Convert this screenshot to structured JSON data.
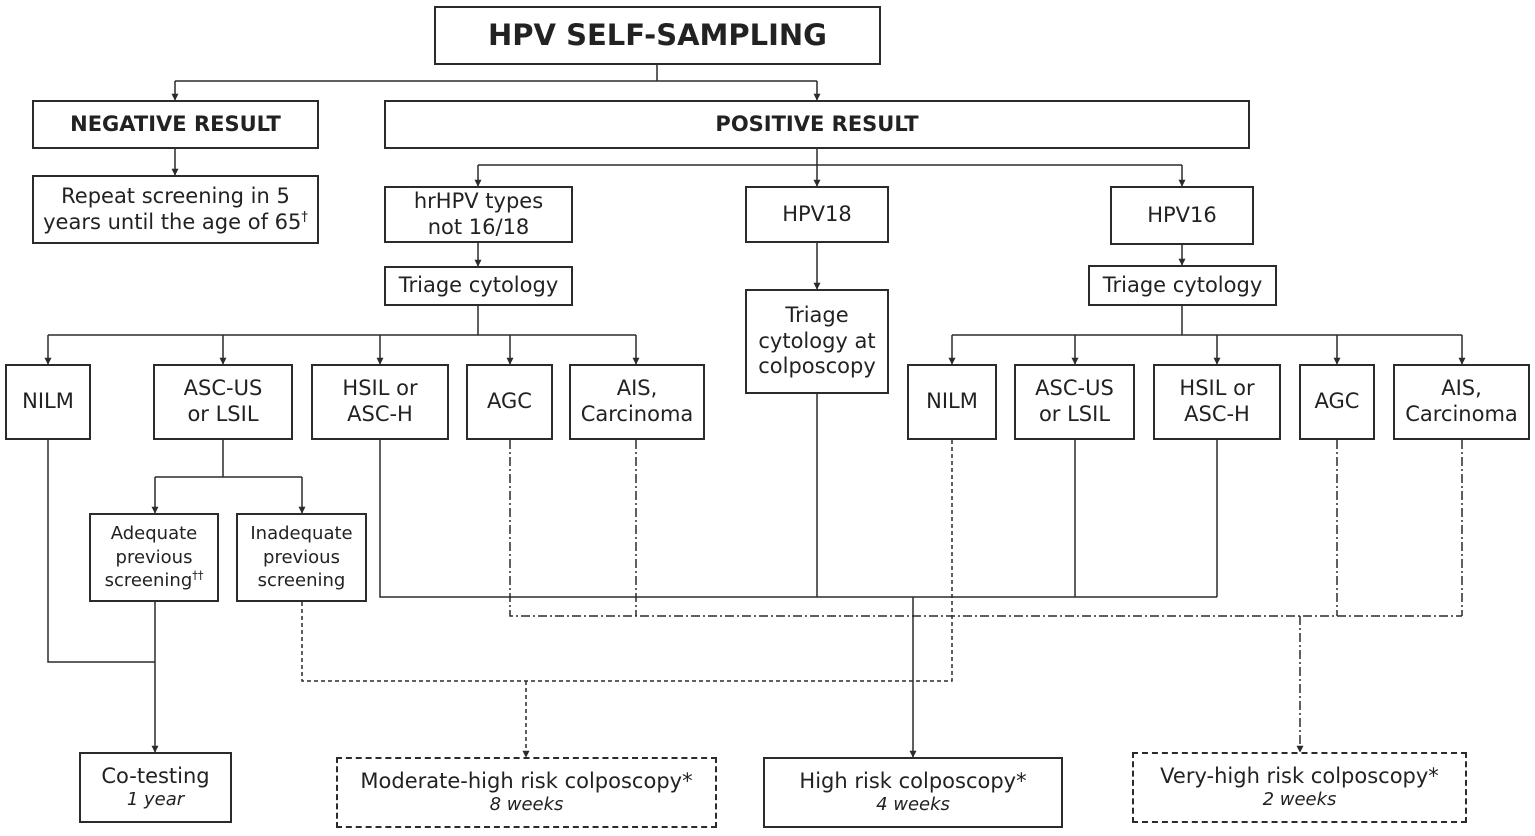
{
  "title": "HPV SELF-SAMPLING",
  "negative": {
    "label": "NEGATIVE RESULT",
    "repeat_line1": "Repeat screening in 5",
    "repeat_line2": "years until the age of 65",
    "repeat_mark": "†"
  },
  "positive": {
    "label": "POSITIVE RESULT"
  },
  "genotypes": {
    "other_line1": "hrHPV types",
    "other_line2": "not 16/18",
    "hpv18": "HPV18",
    "hpv16": "HPV16"
  },
  "triage": {
    "left": "Triage cytology",
    "center_line1": "Triage",
    "center_line2": "cytology at",
    "center_line3": "colposcopy",
    "right": "Triage cytology"
  },
  "results_left": {
    "nilm": "NILM",
    "ascus_line1": "ASC-US",
    "ascus_line2": "or LSIL",
    "hsil_line1": "HSIL or",
    "hsil_line2": "ASC-H",
    "agc": "AGC",
    "ais_line1": "AIS,",
    "ais_line2": "Carcinoma"
  },
  "results_right": {
    "nilm": "NILM",
    "ascus_line1": "ASC-US",
    "ascus_line2": "or LSIL",
    "hsil_line1": "HSIL or",
    "hsil_line2": "ASC-H",
    "agc": "AGC",
    "ais_line1": "AIS,",
    "ais_line2": "Carcinoma"
  },
  "screening": {
    "adequate_line1": "Adequate",
    "adequate_line2": "previous",
    "adequate_line3": "screening",
    "adequate_mark": "††",
    "inadequate_line1": "Inadequate",
    "inadequate_line2": "previous",
    "inadequate_line3": "screening"
  },
  "outcomes": {
    "cotesting": "Co-testing",
    "cotesting_interval": "1 year",
    "moderate": "Moderate-high risk colposcopy*",
    "moderate_interval": "8 weeks",
    "high": "High risk colposcopy*",
    "high_interval": "4 weeks",
    "very_high": "Very-high risk colposcopy*",
    "very_high_interval": "2 weeks"
  },
  "colors": {
    "line": "#2b2b2b",
    "background": "#ffffff"
  }
}
